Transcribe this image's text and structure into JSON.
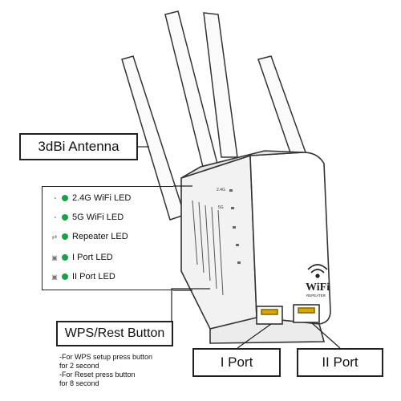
{
  "callouts": {
    "antenna": "3dBi Antenna",
    "wps_button": "WPS/Rest Button",
    "i_port": "I Port",
    "ii_port": "II Port"
  },
  "leds": [
    {
      "label": "2.4G WiFi LED",
      "icon": "wifi-icon"
    },
    {
      "label": "5G WiFi LED",
      "icon": "wifi-icon"
    },
    {
      "label": "Repeater LED",
      "icon": "repeater-icon"
    },
    {
      "label": "I Port LED",
      "icon": "ethernet-icon"
    },
    {
      "label": "II Port LED",
      "icon": "ethernet-icon"
    }
  ],
  "wps_note": {
    "line1": "-For WPS setup press button",
    "line2": "for 2 second",
    "line3": "-For Reset press button",
    "line4": "for 8 second"
  },
  "device": {
    "logo_text": "WiFi",
    "logo_sub": "REPEATER",
    "panel_label_1": "2.4G",
    "panel_label_2": "5G"
  },
  "colors": {
    "led_green": "#1aa24a",
    "outline": "#222222"
  }
}
